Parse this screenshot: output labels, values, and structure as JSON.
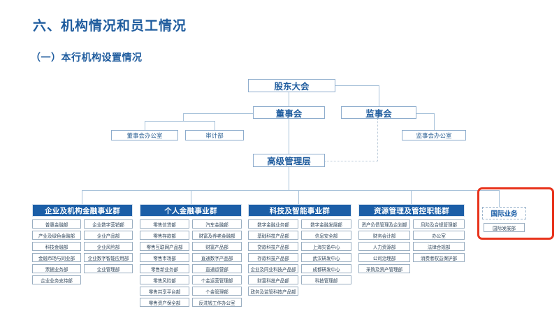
{
  "headings": {
    "title": "六、机构情况和员工情况",
    "subtitle": "（一）本行机构设置情况"
  },
  "colors": {
    "heading_blue": "#1f5c9e",
    "header_blue": "#1b5ea7",
    "line_blue": "#a8c2da",
    "cell_border": "#9aaec1",
    "highlight_red": "#e8331c"
  },
  "hierarchy": {
    "shareholders_meeting": "股东大会",
    "board_of_directors": "董事会",
    "board_of_supervisors": "监事会",
    "board_office": "董事会办公室",
    "audit_department": "审计部",
    "supervisors_office": "监事会办公室",
    "senior_management": "高级管理层"
  },
  "groups": [
    {
      "name": "企业及机构金融事业群",
      "left_column": [
        "普惠金融部",
        "产业及绿色金融部",
        "科技金融部",
        "金融市场与同业部",
        "票据业务部",
        "企业业务支持部"
      ],
      "right_column": [
        "企业数字营销部",
        "企业产品部",
        "企业风险部",
        "企业数字智能应用部",
        "企业管理部"
      ]
    },
    {
      "name": "个人金融事业群",
      "left_column": [
        "零售信贷部",
        "零售存款部",
        "零售互联网产品部",
        "零售市场部",
        "零售新业务部",
        "零售风险部",
        "零售共享平台部",
        "零售资产保全部"
      ],
      "right_column": [
        "汽车金融部",
        "财富及养老金融部",
        "财富产品部",
        "直通数字产品部",
        "直通运营部",
        "个金运营管理部",
        "个金管理部",
        "反洗钱工作办公室"
      ]
    },
    {
      "name": "科技及智能事业群",
      "left_column": [
        "数字金融业务部",
        "基础科技产品部",
        "贷款科技产品部",
        "存款科技产品部",
        "企业及同业科技产品部",
        "财富科技产品部",
        "政务及监管科技产品部"
      ],
      "right_column": [
        "数字金融发展部",
        "信息安全部",
        "上海灾备中心",
        "武汉研发中心",
        "成都研发中心",
        "科技管理部"
      ]
    },
    {
      "name": "资源管理及管控职能群",
      "left_column": [
        "资产负债管理及企划部",
        "财务会计部",
        "人力资源部",
        "公司治理部",
        "采购及资产管理部"
      ],
      "right_column": [
        "风险及合规管理部",
        "办公室",
        "法律合规部",
        "消费者权益保护部"
      ]
    }
  ],
  "international": {
    "name": "国际业务",
    "departments": [
      "国际发展部"
    ]
  }
}
